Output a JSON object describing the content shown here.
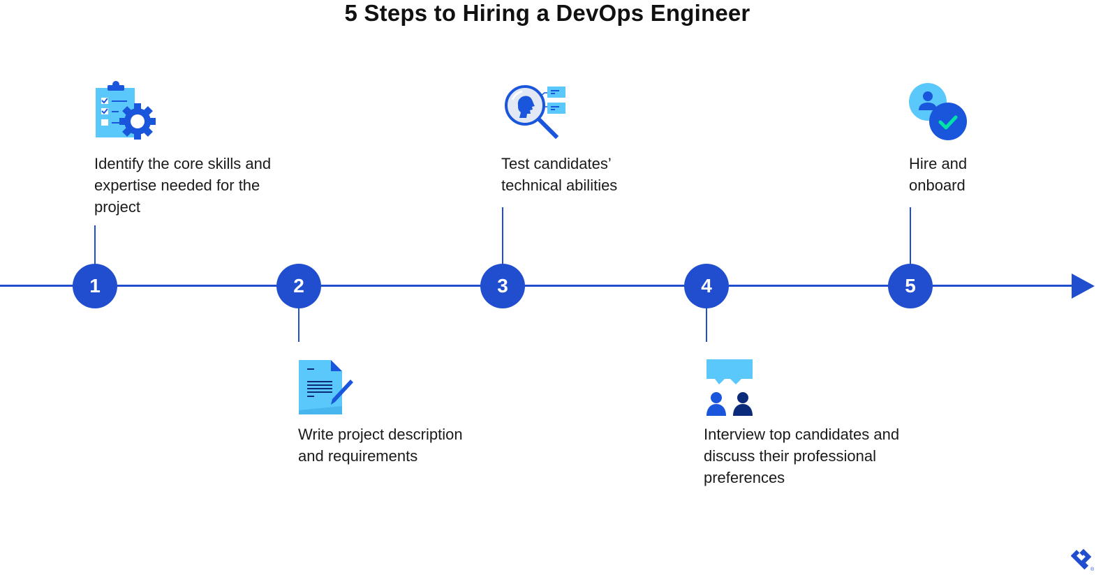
{
  "title": "5 Steps to Hiring a DevOps Engineer",
  "colors": {
    "primary_blue": "#204ecf",
    "light_blue": "#5ac8fa",
    "dark_navy": "#0b2a7a",
    "check_green": "#00e2a6",
    "text": "#1a1a1a"
  },
  "timeline": {
    "direction": "left-to-right",
    "arrow": "arrow-right"
  },
  "steps": [
    {
      "number": "1",
      "position": "above",
      "icon": "clipboard-checklist-gear-icon",
      "lines": [
        "Identify the core skills and",
        "expertise needed for the",
        "project"
      ]
    },
    {
      "number": "2",
      "position": "below",
      "icon": "document-pencil-icon",
      "lines": [
        "Write project description",
        "and requirements"
      ]
    },
    {
      "number": "3",
      "position": "above",
      "icon": "magnifier-head-icon",
      "lines": [
        "Test candidates’",
        "technical abilities"
      ]
    },
    {
      "number": "4",
      "position": "below",
      "icon": "interview-people-speech-icon",
      "lines": [
        "Interview top candidates and",
        "discuss their professional",
        "preferences"
      ]
    },
    {
      "number": "5",
      "position": "above",
      "icon": "user-check-icon",
      "lines": [
        "Hire and",
        "onboard"
      ]
    }
  ],
  "branding": {
    "logo": "toptal-logo-icon",
    "registered_mark": "®"
  }
}
